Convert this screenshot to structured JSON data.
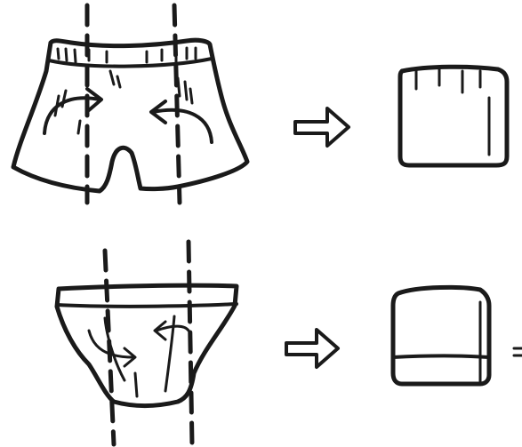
{
  "colors": {
    "ink": "#1a1a1a",
    "fabric": "#cfe3e1",
    "paper": "#ffffff"
  },
  "rows": [
    {
      "garment": "boxer-shorts",
      "fold_lines": 2,
      "fold_direction": "inward",
      "result": "folded-square"
    },
    {
      "garment": "briefs",
      "fold_lines": 2,
      "fold_direction": "inward",
      "result": "folded-square"
    }
  ],
  "icons": [
    "fold-arrow-left-icon",
    "fold-arrow-right-icon",
    "result-arrow-icon"
  ]
}
